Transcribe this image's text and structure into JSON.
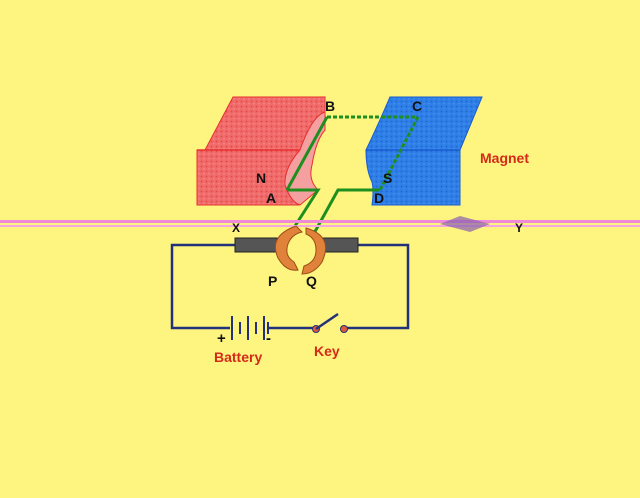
{
  "labels": {
    "magnet": "Magnet",
    "n": "N",
    "s": "S",
    "a": "A",
    "b": "B",
    "c": "C",
    "d": "D",
    "p": "P",
    "q": "Q",
    "x": "X",
    "y": "Y",
    "battery": "Battery",
    "key": "Key",
    "plus": "+",
    "minus": "-"
  },
  "colors": {
    "background": "#fdf57f",
    "north_pole": "#f26b6b",
    "south_pole": "#2f7fe8",
    "coil": "#1e8f1e",
    "wire": "#23307a",
    "split_ring": "#e0823a",
    "brush": "#555555",
    "label_red": "#d42a1a",
    "scan_line": "#f08ad8"
  }
}
